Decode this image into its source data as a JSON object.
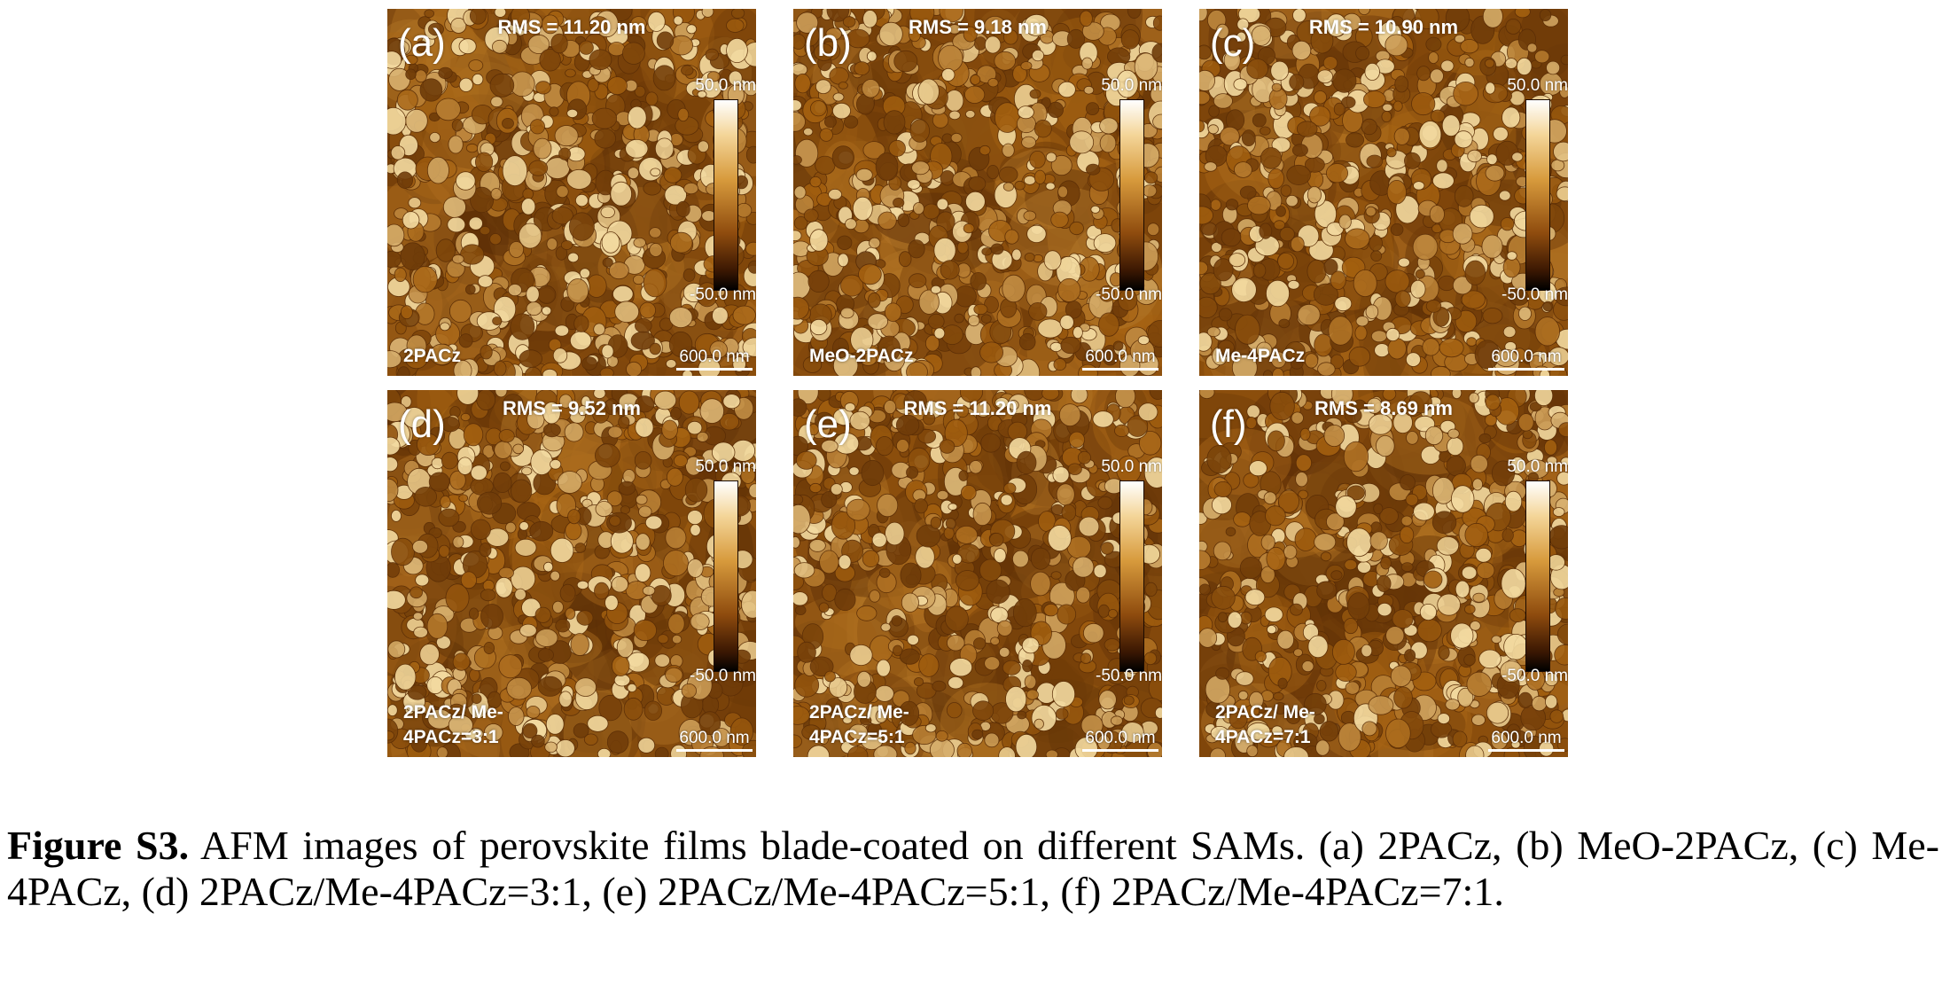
{
  "panels": [
    {
      "letter": "(a)",
      "rms": "RMS = 11.20 nm",
      "label": "2PACz",
      "cb_max": "50.0 nm",
      "cb_min": "-50.0 nm",
      "scale": "600.0 nm"
    },
    {
      "letter": "(b)",
      "rms": "RMS = 9.18 nm",
      "label": "MeO-2PACz",
      "cb_max": "50.0 nm",
      "cb_min": "-50.0 nm",
      "scale": "600.0 nm"
    },
    {
      "letter": "(c)",
      "rms": "RMS = 10.90 nm",
      "label": "Me-4PACz",
      "cb_max": "50.0 nm",
      "cb_min": "-50.0 nm",
      "scale": "600.0 nm"
    },
    {
      "letter": "(d)",
      "rms": "RMS = 9.52 nm",
      "label": "2PACz/ Me-4PACz=3:1",
      "cb_max": "50.0 nm",
      "cb_min": "-50.0 nm",
      "scale": "600.0 nm"
    },
    {
      "letter": "(e)",
      "rms": "RMS = 11.20 nm",
      "label": "2PACz/ Me-4PACz=5:1",
      "cb_max": "50.0 nm",
      "cb_min": "-50.0 nm",
      "scale": "600.0 nm"
    },
    {
      "letter": "(f)",
      "rms": "RMS = 8.69 nm",
      "label": "2PACz/ Me-4PACz=7:1",
      "cb_max": "50.0 nm",
      "cb_min": "-50.0 nm",
      "scale": "600.0 nm"
    }
  ],
  "colors": {
    "afm_dark": "#3a1702",
    "afm_mid": "#a4600f",
    "afm_light": "#f6dfa6"
  },
  "caption": {
    "lead": "Figure S3.",
    "text": " AFM images of perovskite films blade-coated on different SAMs. (a) 2PACz, (b) MeO-2PACz, (c) Me-4PACz, (d) 2PACz/Me-4PACz=3:1, (e) 2PACz/Me-4PACz=5:1, (f) 2PACz/Me-4PACz=7:1."
  }
}
